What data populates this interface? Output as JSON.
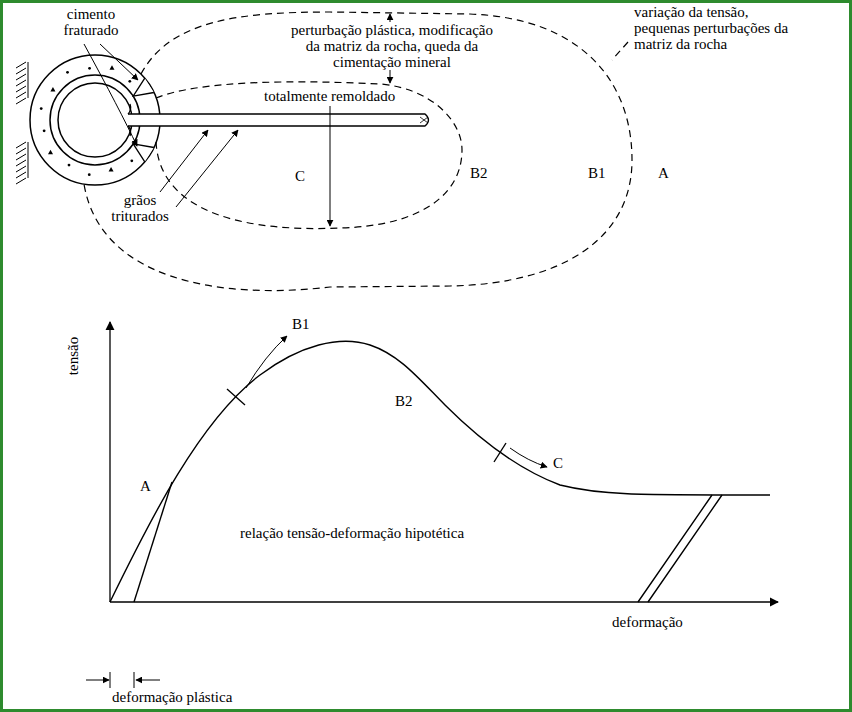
{
  "diagram": {
    "labels": [
      "cimento fraturado",
      "perturbação plástica, modificação da matriz da rocha, queda da cimentação mineral",
      "variação da tensão, pequenas perturbações da matriz da rocha",
      "totalmente remoldado",
      "grãos triturados",
      "C",
      "B2",
      "B1",
      "A",
      "tensão",
      "B1",
      "A",
      "B2",
      "C",
      "relação tensão-deformação hipotética",
      "deformação",
      "deformação plástica"
    ]
  }
}
